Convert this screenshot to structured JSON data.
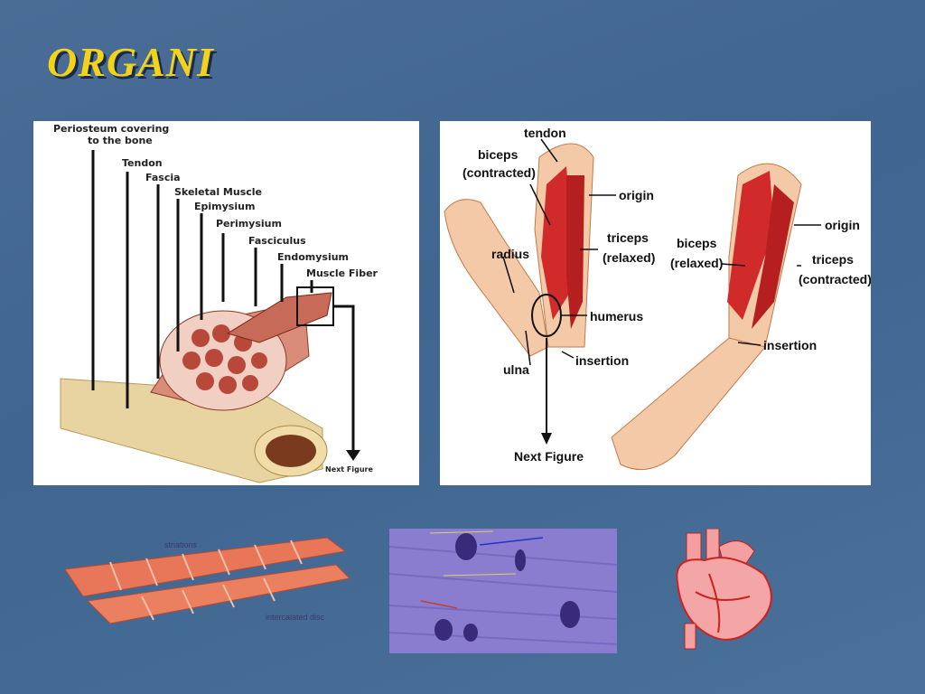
{
  "slide": {
    "title": "ORGANI"
  },
  "muscle_structure": {
    "labels": [
      "Periosteum covering",
      "to the bone",
      "Tendon",
      "Fascia",
      "Skeletal Muscle",
      "Epimysium",
      "Perimysium",
      "Fasciculus",
      "Endomysium",
      "Muscle Fiber"
    ],
    "next_figure": "Next Figure"
  },
  "arm_diagram": {
    "left": {
      "tendon": "tendon",
      "biceps": "biceps",
      "biceps_state": "(contracted)",
      "origin": "origin",
      "triceps": "triceps",
      "triceps_state": "(relaxed)",
      "radius": "radius",
      "humerus": "humerus",
      "ulna": "ulna",
      "insertion": "insertion",
      "next_figure": "Next Figure"
    },
    "right": {
      "origin": "origin",
      "biceps": "biceps",
      "biceps_state": "(relaxed)",
      "triceps": "triceps",
      "triceps_state": "(contracted)",
      "insertion": "insertion"
    }
  },
  "cardiac_cells": {
    "striations": "striations",
    "intercalated_disc": "intercalated disc"
  },
  "colors": {
    "title": "#f3d21c",
    "background": "#4568922",
    "muscle": "#c9453b",
    "bone": "#e6cf9a"
  }
}
